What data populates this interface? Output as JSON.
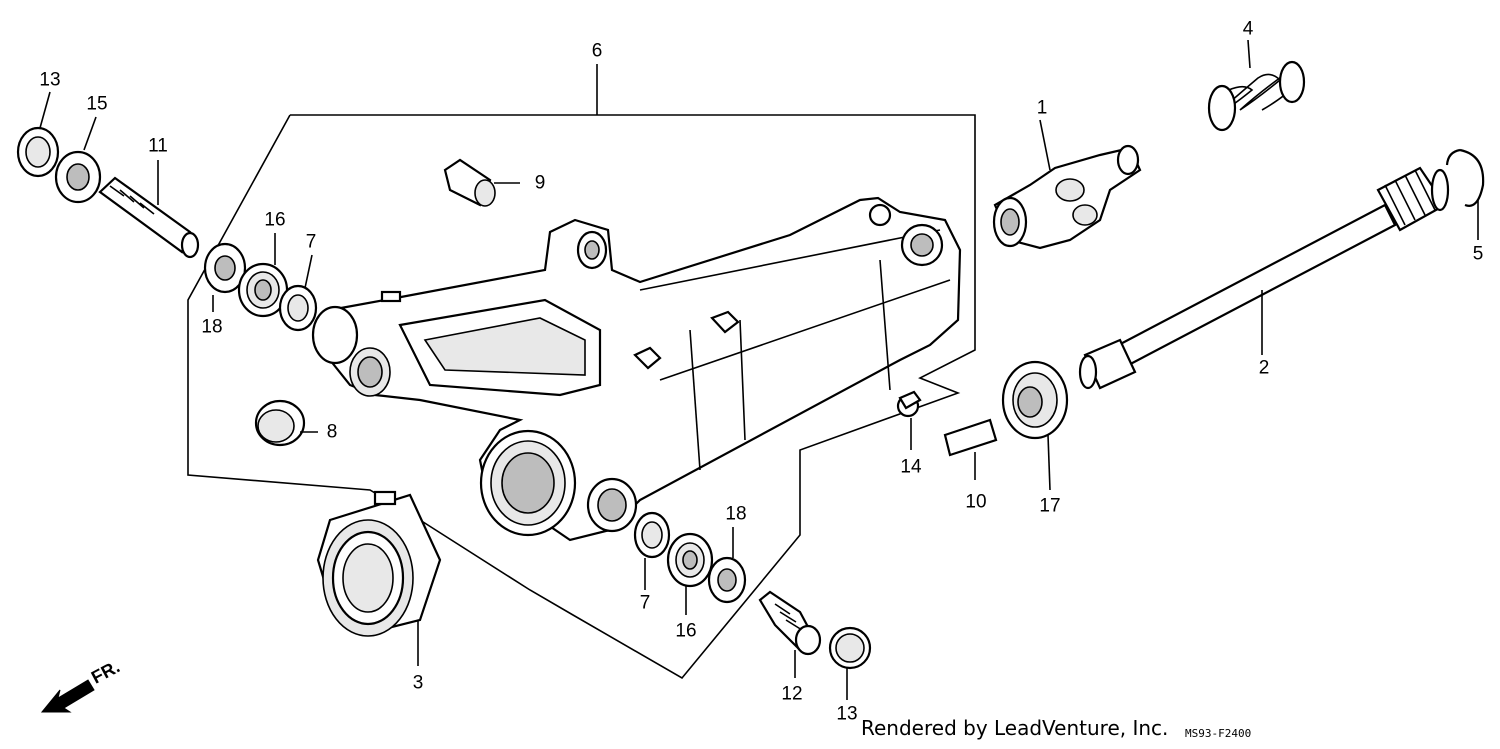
{
  "part_numbers": {
    "n1": "1",
    "n2": "2",
    "n3": "3",
    "n4": "4",
    "n5": "5",
    "n6": "6",
    "n7a": "7",
    "n7b": "7",
    "n8": "8",
    "n9": "9",
    "n10": "10",
    "n11": "11",
    "n12": "12",
    "n13a": "13",
    "n13b": "13",
    "n14": "14",
    "n15": "15",
    "n16a": "16",
    "n16b": "16",
    "n17": "17",
    "n18a": "18",
    "n18b": "18"
  },
  "direction_label": "FR.",
  "credit": "Rendered by LeadVenture, Inc.",
  "diagram_code": "MS93-F2400"
}
